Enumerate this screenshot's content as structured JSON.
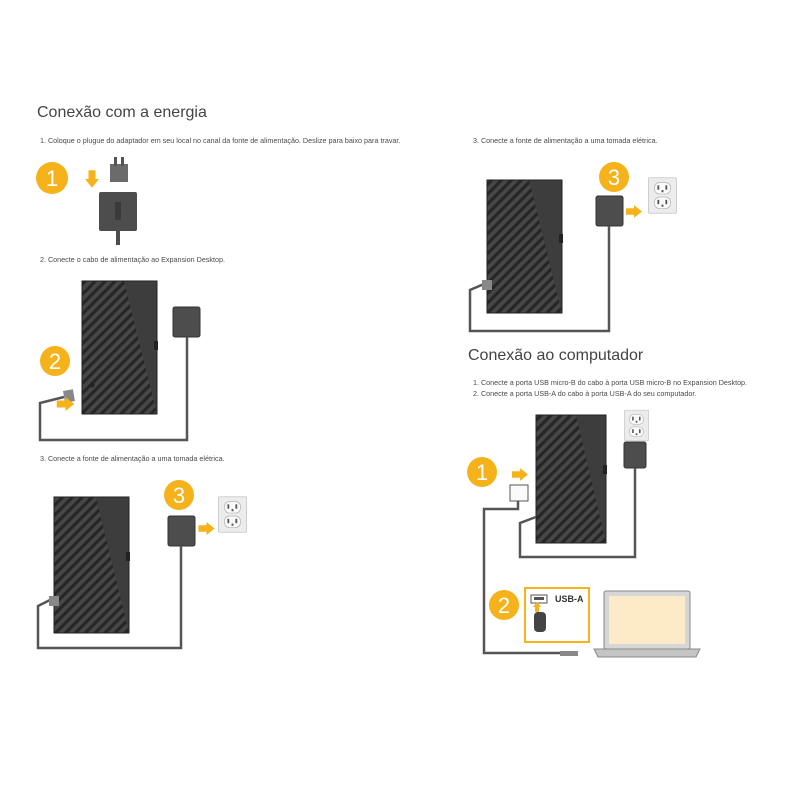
{
  "power": {
    "title": "Conexão com a energia",
    "step1": "1. Coloque o plugue do adaptador em seu local no canal da fonte de alimentação. Deslize para baixo para travar.",
    "step2": "2. Conecte o cabo de alimentação ao Expansion Desktop.",
    "step3": "3. Conecte a fonte de alimentação a uma tomada elétrica.",
    "step3_right": "3. Conecte a fonte de alimentação a uma tomada elétrica."
  },
  "computer": {
    "title": "Conexão ao computador",
    "step1": "1. Conecte a porta USB micro-B do cabo à porta USB micro-B no Expansion Desktop.",
    "step2": "2. Conecte a porta USB-A do cabo à porta USB-A do seu computador."
  },
  "badges": {
    "one": "1",
    "two": "2",
    "three": "3"
  },
  "callout": {
    "usb_a": "USB-A"
  },
  "colors": {
    "accent": "#f5b21b",
    "drive": "#3c3c3c",
    "cable": "#555555",
    "outlet": "#e6e6e6",
    "laptop_screen": "#fdebc8"
  }
}
